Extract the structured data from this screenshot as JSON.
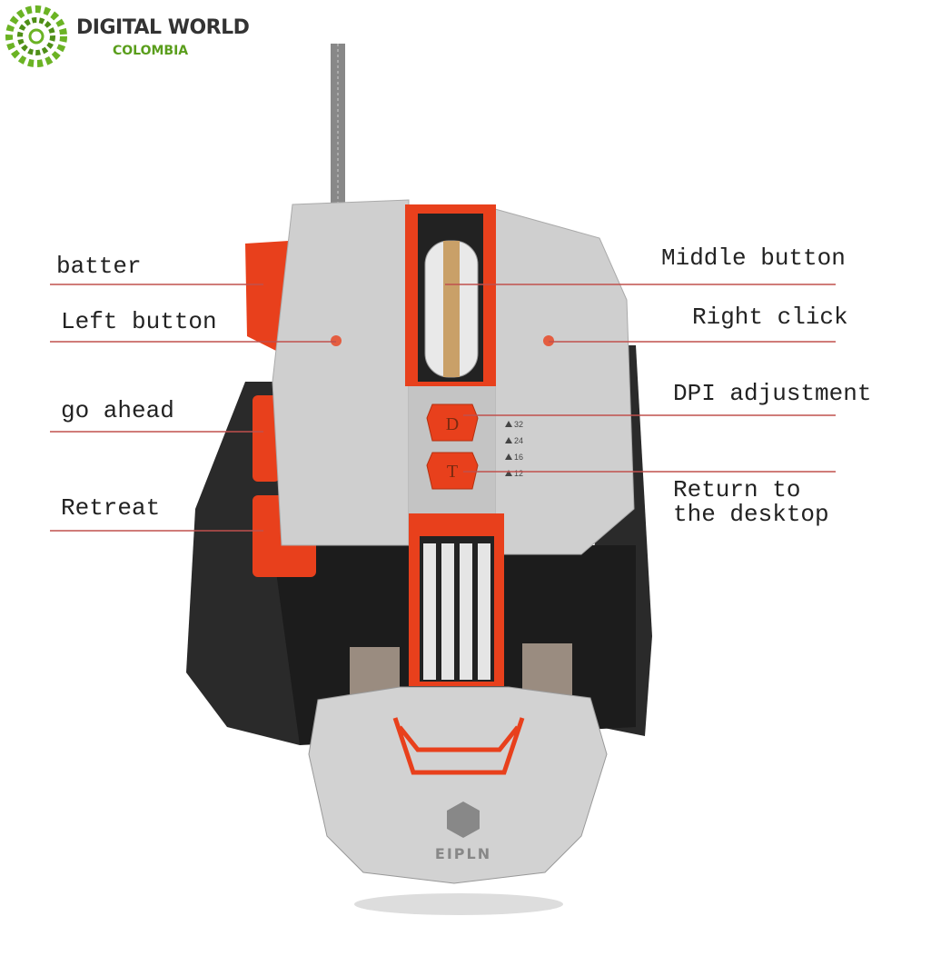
{
  "logo": {
    "title": "DIGITAL WORLD",
    "subtitle": "COLOMBIA",
    "brand_color": "#5a9e1c"
  },
  "labels": {
    "batter": "batter",
    "left_button": "Left button",
    "go_ahead": "go ahead",
    "retreat": "Retreat",
    "middle_button": "Middle button",
    "right_click": "Right click",
    "dpi_adjustment": "DPI adjustment",
    "return_desktop_1": "Return to",
    "return_desktop_2": "the desktop"
  },
  "buttons": {
    "dpi": "D",
    "turbo": "T"
  },
  "dpi_levels": [
    "32",
    "24",
    "16",
    "12"
  ],
  "product_brand": "EIPLN",
  "colors": {
    "accent": "#e8401c",
    "body": "#c9c9c9",
    "line": "#c0504d"
  }
}
